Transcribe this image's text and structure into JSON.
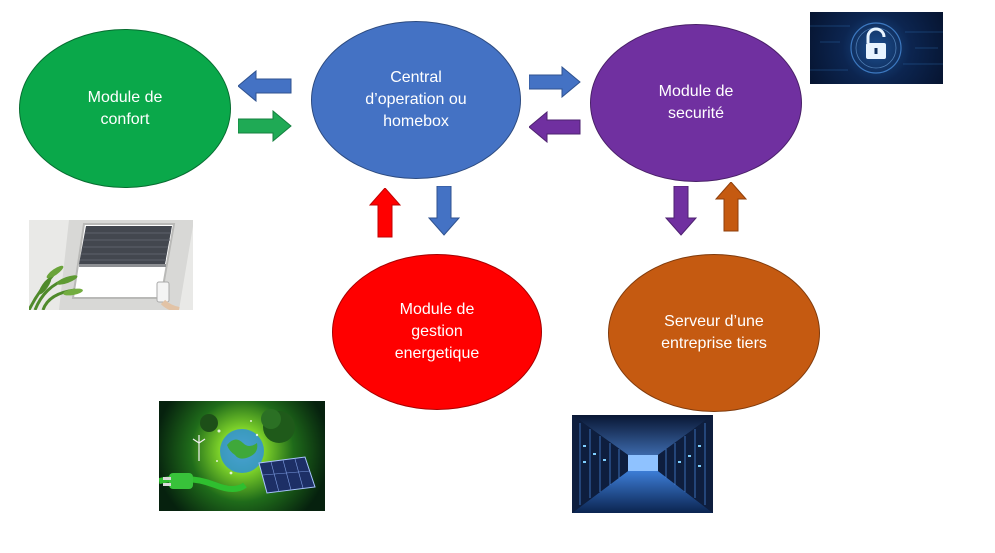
{
  "diagram": {
    "nodes": {
      "comfort": {
        "label": "Module de\nconfort",
        "color": "#0aa84a"
      },
      "central": {
        "label": "Central\nd’operation ou\nhomebox",
        "color": "#4472c4"
      },
      "security": {
        "label": "Module de\nsecurité",
        "color": "#7030a0"
      },
      "energy": {
        "label": "Module de\ngestion\nenergetique",
        "color": "#ff0000"
      },
      "server": {
        "label": "Serveur d’une\nentreprise tiers",
        "color": "#c55a11"
      }
    },
    "arrow_colors": {
      "blue": "#4472c4",
      "green": "#1faa55",
      "purple": "#7030a0",
      "red": "#ff0000",
      "orange": "#c55a11"
    },
    "images": [
      {
        "icon": "padlock-icon",
        "depicts": "cybersecurity padlock"
      },
      {
        "icon": "window-blind-icon",
        "depicts": "motorized roof window blind with remote"
      },
      {
        "icon": "green-energy-icon",
        "depicts": "green energy plug and solar panel"
      },
      {
        "icon": "server-room-icon",
        "depicts": "data center server racks"
      }
    ]
  }
}
